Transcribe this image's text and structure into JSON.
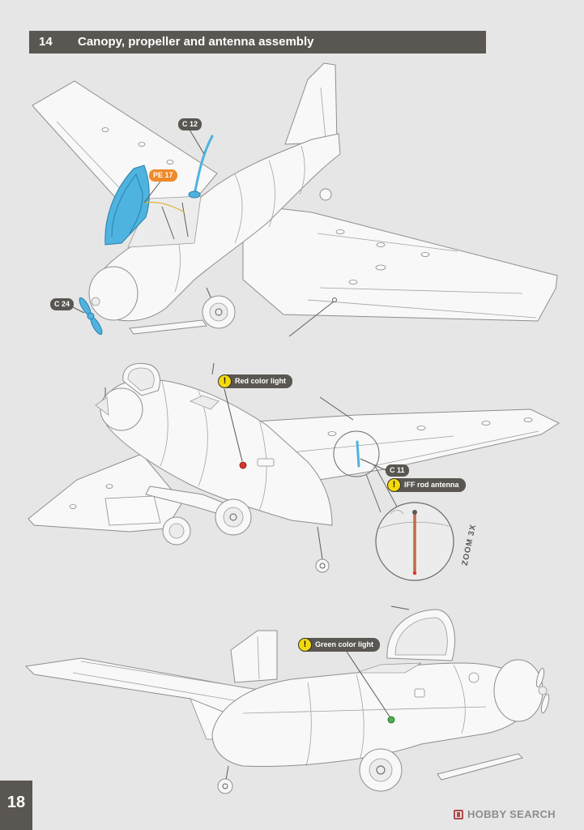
{
  "header": {
    "step": "14",
    "title": "Canopy, propeller and antenna assembly"
  },
  "callouts": {
    "c12": "C 12",
    "pe17": "PE 17",
    "c24": "C 24",
    "warning_symbol": "!",
    "red_light": "Red color light",
    "c11": "C 11",
    "iff": "IFF rod antenna",
    "zoom": "ZOOM 3X",
    "green_light": "Green color light"
  },
  "page_number": "18",
  "watermark": {
    "text": "HOBBY SEARCH"
  },
  "colors": {
    "header_bg": "#5a5651",
    "part_highlight": "#4fb3e0",
    "photo_etch_callout": "#f08a2b",
    "warning": "#f5d90a",
    "red_light": "#d9362b",
    "green_light": "#4caf50",
    "antenna_rod": "#c06a4a"
  }
}
